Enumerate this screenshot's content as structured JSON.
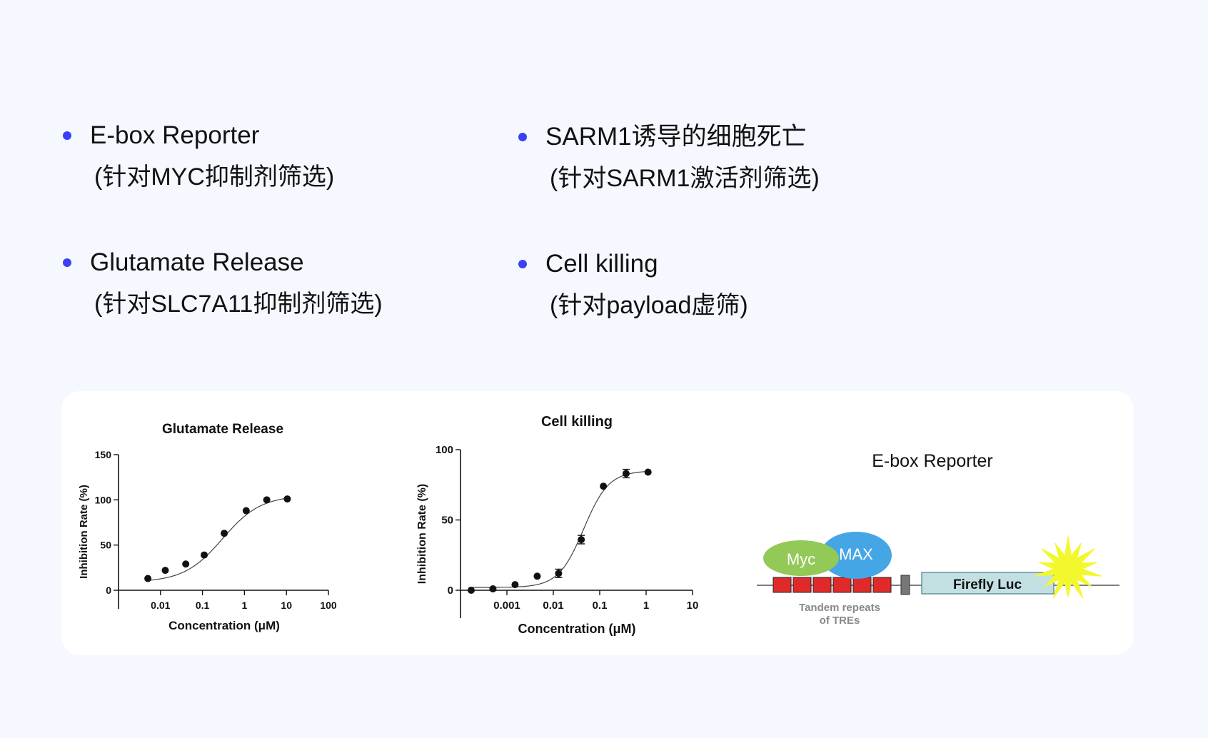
{
  "bullets": [
    {
      "title": "E-box Reporter",
      "sub": "(针对MYC抑制剂筛选)"
    },
    {
      "title": "SARM1诱导的细胞死亡",
      "sub": "(针对SARM1激活剂筛选)"
    },
    {
      "title": "Glutamate Release",
      "sub": "(针对SLC7A11抑制剂筛选)"
    },
    {
      "title": "Cell killing",
      "sub": "(针对payload虚筛)"
    }
  ],
  "chart_data": [
    {
      "type": "scatter",
      "title": "Glutamate Release",
      "xlabel": "Concentration (μM)",
      "ylabel": "Inhibition Rate (%)",
      "x_scale": "log",
      "xlim": [
        0.001,
        100
      ],
      "ylim": [
        0,
        150
      ],
      "x_ticks": [
        "0.01",
        "0.1",
        "1",
        "10",
        "100"
      ],
      "y_ticks": [
        "0",
        "50",
        "100",
        "150"
      ],
      "points": [
        {
          "x": 0.005,
          "y": 13
        },
        {
          "x": 0.013,
          "y": 22
        },
        {
          "x": 0.04,
          "y": 29
        },
        {
          "x": 0.11,
          "y": 39
        },
        {
          "x": 0.33,
          "y": 63
        },
        {
          "x": 1.1,
          "y": 88
        },
        {
          "x": 3.4,
          "y": 100
        },
        {
          "x": 10.5,
          "y": 101
        }
      ],
      "fit": "sigmoid"
    },
    {
      "type": "scatter",
      "title": "Cell killing",
      "xlabel": "Concentration (μM)",
      "ylabel": "Inhibition Rate (%)",
      "x_scale": "log",
      "xlim": [
        0.0001,
        10
      ],
      "ylim": [
        0,
        100
      ],
      "x_ticks": [
        "0.001",
        "0.01",
        "0.1",
        "1",
        "10"
      ],
      "y_ticks": [
        "0",
        "50",
        "100"
      ],
      "points": [
        {
          "x": 0.00017,
          "y": 0
        },
        {
          "x": 0.0005,
          "y": 1
        },
        {
          "x": 0.0015,
          "y": 4
        },
        {
          "x": 0.0045,
          "y": 10
        },
        {
          "x": 0.013,
          "y": 12,
          "err": 3
        },
        {
          "x": 0.04,
          "y": 36,
          "err": 3
        },
        {
          "x": 0.12,
          "y": 74
        },
        {
          "x": 0.37,
          "y": 83,
          "err": 3
        },
        {
          "x": 1.1,
          "y": 84
        }
      ],
      "fit": "sigmoid"
    }
  ],
  "diagram": {
    "title": "E-box Reporter",
    "myc": "Myc",
    "max": "MAX",
    "luc": "Firefly Luc",
    "tre_label_1": "Tandem repeats",
    "tre_label_2": "of TREs",
    "colors": {
      "myc": "#92c957",
      "max": "#45a6e6",
      "tre": "#e02a2a",
      "luc": "#c2dfe2",
      "star": "#f3f82e"
    }
  }
}
